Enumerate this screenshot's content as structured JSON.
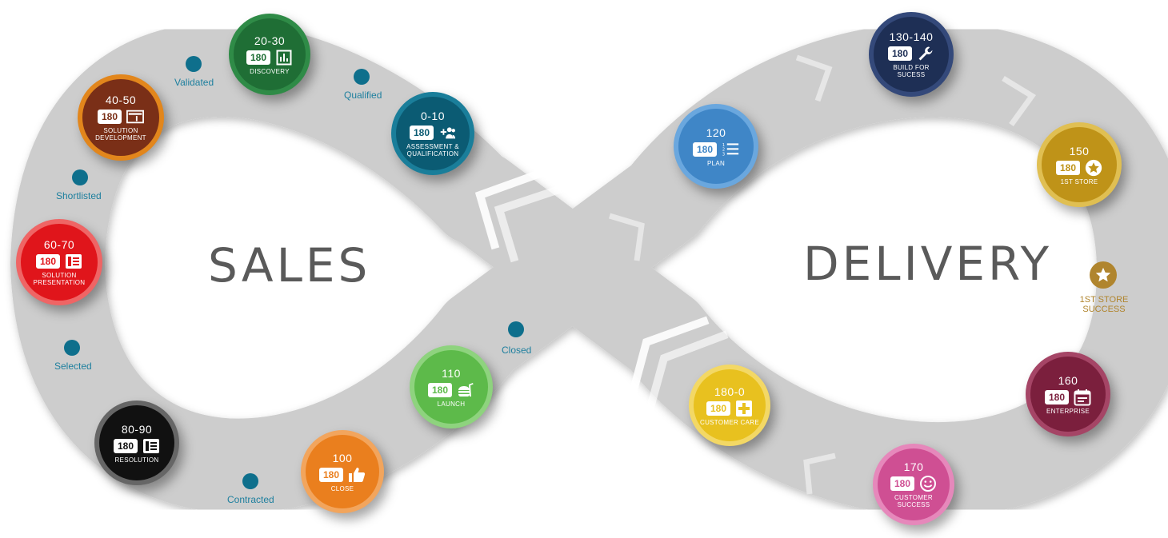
{
  "sections": {
    "left": "SALES",
    "right": "DELIVERY"
  },
  "badge_text": "180",
  "stages": [
    {
      "id": "assessment",
      "range": "0-10",
      "name": "ASSESSMENT & QUALIFICATION",
      "color": "#0b5b73",
      "ring": "#1a7e9a",
      "icon": "add-user-icon"
    },
    {
      "id": "discovery",
      "range": "20-30",
      "name": "DISCOVERY",
      "color": "#1f6e35",
      "ring": "#2f8b47",
      "icon": "chart-icon"
    },
    {
      "id": "solution-development",
      "range": "40-50",
      "name": "SOLUTION DEVELOPMENT",
      "color": "#7a2f17",
      "ring": "#e2861c",
      "icon": "layout-icon"
    },
    {
      "id": "solution-presentation",
      "range": "60-70",
      "name": "SOLUTION PRESENTATION",
      "color": "#e0151b",
      "ring": "#ef6565",
      "icon": "presentation-icon"
    },
    {
      "id": "resolution",
      "range": "80-90",
      "name": "RESOLUTION",
      "color": "#111111",
      "ring": "#666666",
      "icon": "document-icon"
    },
    {
      "id": "close",
      "range": "100",
      "name": "CLOSE",
      "color": "#ea7f1e",
      "ring": "#f2a55d",
      "icon": "thumbs-up-icon"
    },
    {
      "id": "launch",
      "range": "110",
      "name": "LAUNCH",
      "color": "#5dba4a",
      "ring": "#8ed37e",
      "icon": "food-icon"
    },
    {
      "id": "plan",
      "range": "120",
      "name": "PLAN",
      "color": "#3f86c7",
      "ring": "#6aa7de",
      "icon": "numbered-list-icon"
    },
    {
      "id": "build",
      "range": "130-140",
      "name": "BUILD FOR SUCESS",
      "color": "#1e2f55",
      "ring": "#34497a",
      "icon": "wrench-icon"
    },
    {
      "id": "first-store",
      "range": "150",
      "name": "1ST STORE",
      "color": "#bf9318",
      "ring": "#e0bf52",
      "icon": "star-icon"
    },
    {
      "id": "enterprise",
      "range": "160",
      "name": "ENTERPRISE",
      "color": "#7b1f3d",
      "ring": "#a54566",
      "icon": "calendar-icon"
    },
    {
      "id": "customer-success",
      "range": "170",
      "name": "CUSTOMER SUCCESS",
      "color": "#cf4f93",
      "ring": "#e688bb",
      "icon": "smiley-icon"
    },
    {
      "id": "customer-care",
      "range": "180-0",
      "name": "CUSTOMER CARE",
      "color": "#e8c11f",
      "ring": "#f3d865",
      "icon": "plus-icon"
    }
  ],
  "milestones": [
    {
      "id": "validated",
      "label": "Validated"
    },
    {
      "id": "qualified",
      "label": "Qualified"
    },
    {
      "id": "shortlisted",
      "label": "Shortlisted"
    },
    {
      "id": "selected",
      "label": "Selected"
    },
    {
      "id": "contracted",
      "label": "Contracted"
    },
    {
      "id": "closed",
      "label": "Closed"
    }
  ],
  "star_milestone": {
    "label_line1": "1ST STORE",
    "label_line2": "SUCCESS",
    "color": "#b0852e",
    "icon": "star-icon"
  }
}
